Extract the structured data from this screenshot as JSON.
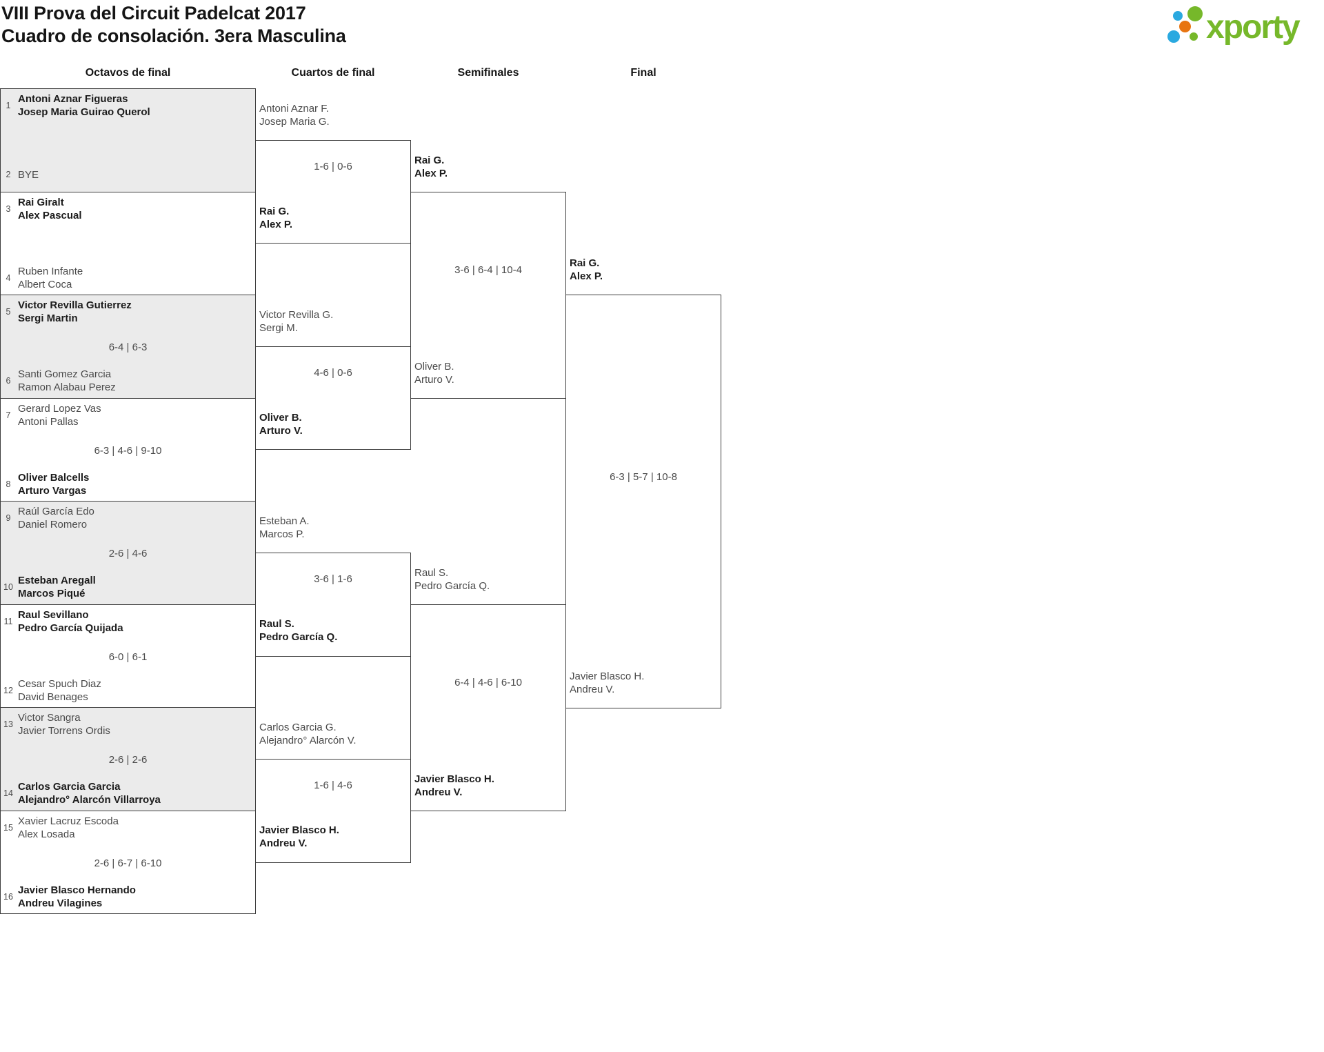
{
  "header": {
    "title_line1": "VIII Prova del Circuit Padelcat 2017",
    "title_line2": "Cuadro de consolación. 3era Masculina"
  },
  "logo": {
    "text": "xporty",
    "colors": {
      "green": "#76b82a",
      "blue": "#2aa9e0",
      "orange": "#e87511"
    }
  },
  "rounds": [
    "Octavos de final",
    "Cuartos de final",
    "Semifinales",
    "Final"
  ],
  "octavos": [
    {
      "seed_top": "1",
      "team_top": "Antoni Aznar Figueras\nJosep Maria Guirao Querol",
      "score": "",
      "seed_bottom": "2",
      "team_bottom": "BYE",
      "winner": "top"
    },
    {
      "seed_top": "3",
      "team_top": "Rai Giralt\nAlex Pascual",
      "score": "",
      "seed_bottom": "4",
      "team_bottom": "Ruben Infante\nAlbert Coca",
      "winner": "top"
    },
    {
      "seed_top": "5",
      "team_top": "Victor Revilla Gutierrez\nSergi Martin",
      "score": "6-4 | 6-3",
      "seed_bottom": "6",
      "team_bottom": "Santi Gomez Garcia\nRamon Alabau Perez",
      "winner": "top"
    },
    {
      "seed_top": "7",
      "team_top": "Gerard Lopez Vas\nAntoni Pallas",
      "score": "6-3 | 4-6 | 9-10",
      "seed_bottom": "8",
      "team_bottom": "Oliver Balcells\nArturo Vargas",
      "winner": "bottom"
    },
    {
      "seed_top": "9",
      "team_top": "Raúl García Edo\nDaniel Romero",
      "score": "2-6 | 4-6",
      "seed_bottom": "10",
      "team_bottom": "Esteban Aregall\nMarcos Piqué",
      "winner": "bottom"
    },
    {
      "seed_top": "11",
      "team_top": "Raul Sevillano\nPedro García Quijada",
      "score": "6-0 | 6-1",
      "seed_bottom": "12",
      "team_bottom": "Cesar Spuch Diaz\nDavid Benages",
      "winner": "top"
    },
    {
      "seed_top": "13",
      "team_top": "Victor Sangra\nJavier Torrens Ordis",
      "score": "2-6 | 2-6",
      "seed_bottom": "14",
      "team_bottom": "Carlos Garcia Garcia\nAlejandro° Alarcón Villarroya",
      "winner": "bottom"
    },
    {
      "seed_top": "15",
      "team_top": "Xavier Lacruz Escoda\nAlex Losada",
      "score": "2-6 | 6-7 | 6-10",
      "seed_bottom": "16",
      "team_bottom": "Javier Blasco Hernando\nAndreu Vilagines",
      "winner": "bottom"
    }
  ],
  "cuartos": [
    {
      "team_top": "Antoni Aznar F.\nJosep Maria G.",
      "score": "1-6 | 0-6",
      "team_bottom": "Rai G.\nAlex P.",
      "winner": "bottom"
    },
    {
      "team_top": "Victor Revilla G.\nSergi M.",
      "score": "4-6 | 0-6",
      "team_bottom": "Oliver B.\nArturo V.",
      "winner": "bottom"
    },
    {
      "team_top": "Esteban A.\nMarcos P.",
      "score": "3-6 | 1-6",
      "team_bottom": "Raul S.\nPedro García Q.",
      "winner": "bottom"
    },
    {
      "team_top": "Carlos Garcia G.\nAlejandro° Alarcón V.",
      "score": "1-6 | 4-6",
      "team_bottom": "Javier Blasco H.\nAndreu V.",
      "winner": "bottom"
    }
  ],
  "semifinales": [
    {
      "team_top": "Rai G.\nAlex P.",
      "score": "3-6 | 6-4 | 10-4",
      "team_bottom": "Oliver B.\nArturo V.",
      "winner": "top"
    },
    {
      "team_top": "Raul S.\nPedro García Q.",
      "score": "6-4 | 4-6 | 6-10",
      "team_bottom": "Javier Blasco H.\nAndreu V.",
      "winner": "bottom"
    }
  ],
  "final": {
    "team_top": "Rai G.\nAlex P.",
    "score": "6-3 | 5-7 | 10-8",
    "team_bottom": "Javier Blasco H.\nAndreu V.",
    "winner": "top"
  }
}
